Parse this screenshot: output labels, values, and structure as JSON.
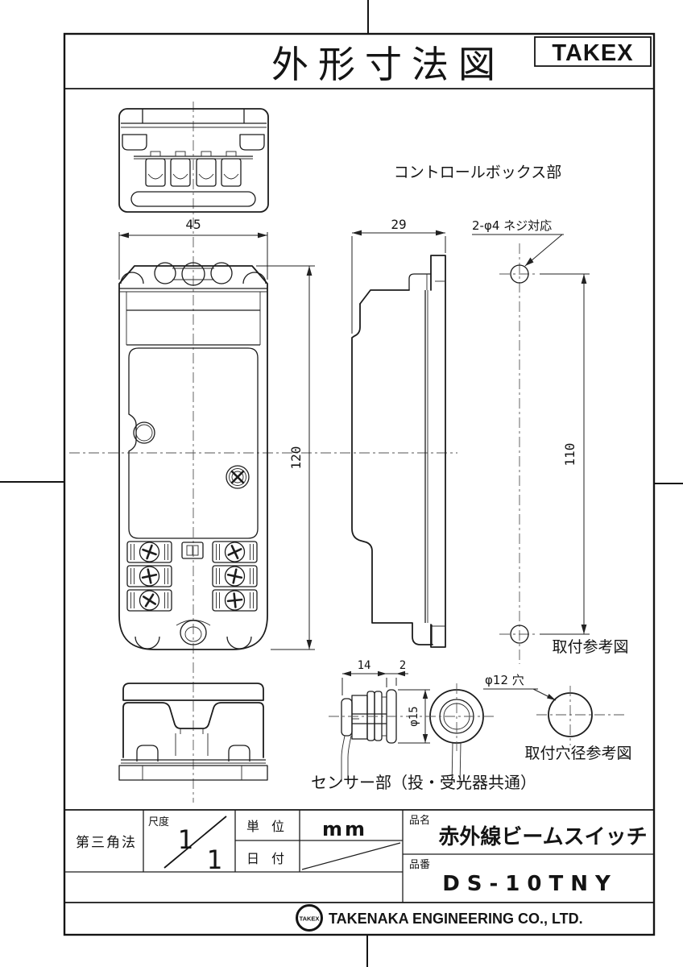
{
  "sheet": {
    "title": "外形寸法図",
    "brand": "TAKEX"
  },
  "annotations": {
    "control_box": "コントロールボックス部",
    "screw_note": "2-φ4 ネジ対応",
    "mount_ref": "取付参考図",
    "hole_note": "φ12 穴",
    "hole_ref": "取付穴径参考図",
    "sensor_caption": "センサー部（投・受光器共通）"
  },
  "dimensions": {
    "body_width": "45",
    "body_height": "120",
    "body_depth": "29",
    "hole_pitch": "110",
    "sensor_length": "14",
    "flange_thickness": "2",
    "sensor_diameter": "φ15"
  },
  "title_block": {
    "projection": "第三角法",
    "scale_label": "尺度",
    "scale_numerator": "1",
    "scale_denominator": "1",
    "unit_label": "単 位",
    "unit_value": "mm",
    "date_label": "日 付",
    "product_name_label": "品名",
    "product_name": "赤外線ビームスイッチ",
    "part_number_label": "品番",
    "part_number": "DS-10TNY"
  },
  "footer": {
    "logo": "TAKEX",
    "company": "TAKENAKA ENGINEERING CO., LTD."
  }
}
